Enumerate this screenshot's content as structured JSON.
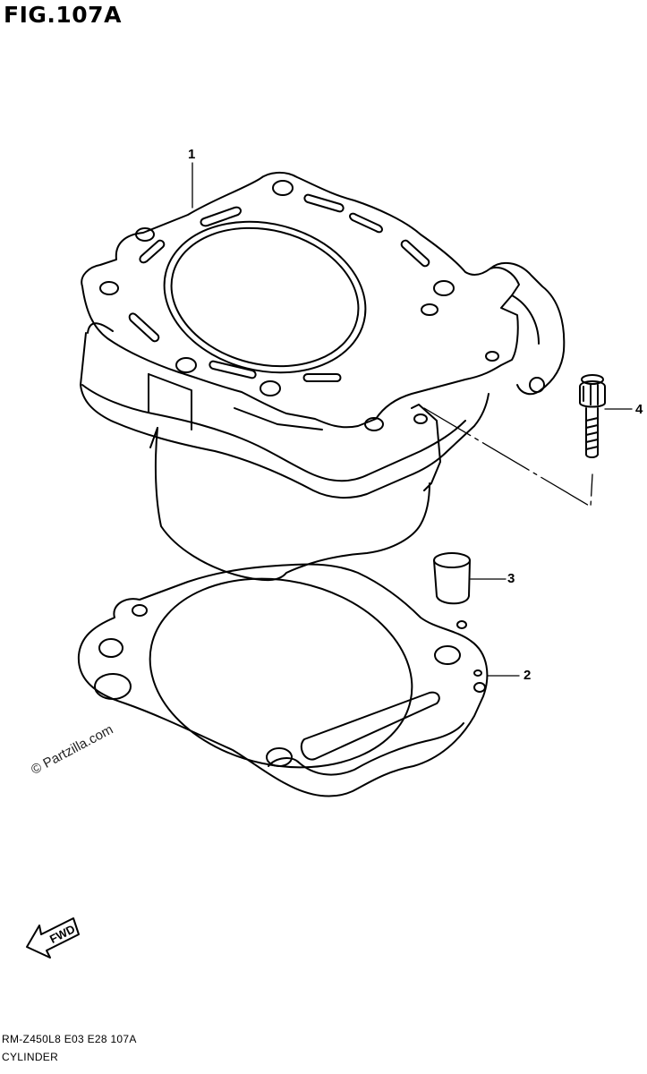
{
  "figure": {
    "title": "FIG.107A"
  },
  "callouts": [
    {
      "number": "1",
      "part": "cylinder"
    },
    {
      "number": "2",
      "part": "gasket"
    },
    {
      "number": "3",
      "part": "dowel pin"
    },
    {
      "number": "4",
      "part": "bolt"
    }
  ],
  "fwd_label": "FWD",
  "watermark": "© Partzilla.com",
  "footer": {
    "code": "RM-Z450L8  E03  E28  107A",
    "name": "CYLINDER"
  }
}
